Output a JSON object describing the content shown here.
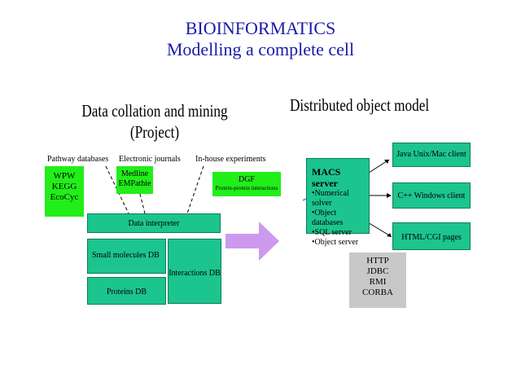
{
  "title": {
    "line1": "BIOINFORMATICS",
    "line2": "Modelling a complete cell"
  },
  "left": {
    "heading_line1": "Data collation and mining",
    "heading_line2": "(Project)",
    "labels": {
      "pathway": "Pathway databases",
      "journals": "Electronic journals",
      "inhouse": "In-house experiments"
    },
    "pathway_box": [
      "WPW",
      "KEGG",
      "EcoCyc"
    ],
    "journal_box": [
      "Medline",
      "EMPathie"
    ],
    "inhouse_box": [
      "DGF",
      "Protein-protein interactions"
    ],
    "interpreter": "Data interpreter",
    "small_molecules": "Small molecules DB",
    "interactions": "Interactions DB",
    "proteins": "Proteins DB"
  },
  "right": {
    "heading": "Distributed object model",
    "server_title": "MACS server",
    "server_items": [
      "•Numerical solver",
      "•Object databases",
      "•SQL server",
      "•Object server"
    ],
    "clients": [
      "Java Unix/Mac client",
      "C++ Windows client",
      "HTML/CGI pages"
    ],
    "protocols": [
      "HTTP",
      "JDBC",
      "RMI",
      "CORBA"
    ]
  },
  "colors": {
    "title": "#1a1aa8",
    "teal_box": "#1cc48e",
    "bright_green": "#22ee1a",
    "arrow": "#cc99ee",
    "grey_box": "#c8c8c8"
  }
}
